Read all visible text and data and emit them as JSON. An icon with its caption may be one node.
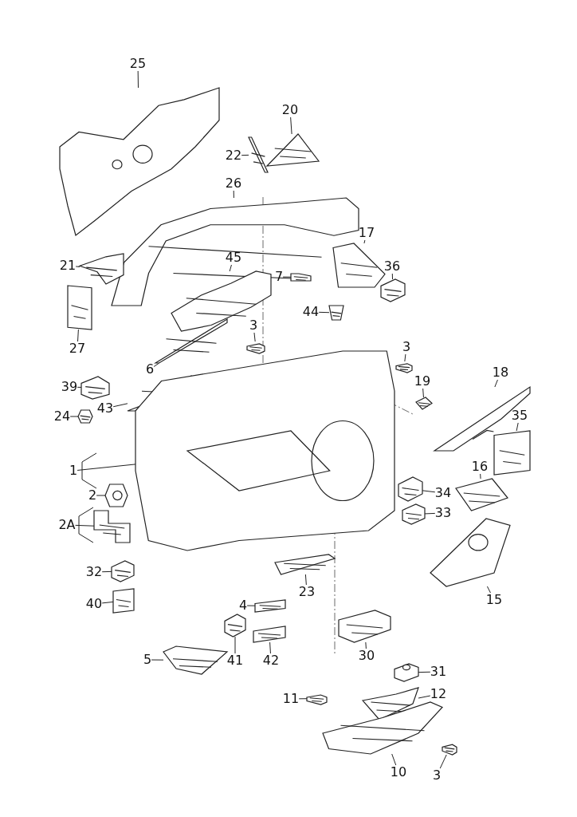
{
  "diagram": {
    "nodes": [
      {
        "text": [
          "25"
        ]
      },
      {
        "text": [
          "20"
        ]
      },
      {
        "text": [
          "22"
        ]
      },
      {
        "text": [
          "26"
        ]
      },
      {
        "text": [
          "21"
        ]
      },
      {
        "text": [
          "27"
        ]
      },
      {
        "text": [
          "45"
        ]
      },
      {
        "text": [
          "17"
        ]
      },
      {
        "text": [
          "7"
        ]
      },
      {
        "text": [
          "36"
        ]
      },
      {
        "text": [
          "44"
        ]
      },
      {
        "text": [
          "3"
        ]
      },
      {
        "text": [
          "3"
        ]
      },
      {
        "text": [
          "6"
        ]
      },
      {
        "text": [
          "43"
        ]
      },
      {
        "text": [
          "39"
        ]
      },
      {
        "text": [
          "19"
        ]
      },
      {
        "text": [
          "18"
        ]
      },
      {
        "text": [
          "35"
        ]
      },
      {
        "text": [
          "24"
        ]
      },
      {
        "text": [
          "1"
        ]
      },
      {
        "text": [
          "2"
        ]
      },
      {
        "text": [
          "2A"
        ]
      },
      {
        "text": [
          "16"
        ]
      },
      {
        "text": [
          "34"
        ]
      },
      {
        "text": [
          "33"
        ]
      },
      {
        "text": [
          "15"
        ]
      },
      {
        "text": [
          "32"
        ]
      },
      {
        "text": [
          "40"
        ]
      },
      {
        "text": [
          "4"
        ]
      },
      {
        "text": [
          "41"
        ]
      },
      {
        "text": [
          "42"
        ]
      },
      {
        "text": [
          "23"
        ]
      },
      {
        "text": [
          "31"
        ]
      },
      {
        "text": [
          "12"
        ]
      },
      {
        "text": [
          "30"
        ]
      },
      {
        "text": [
          "5"
        ]
      },
      {
        "text": [
          "11"
        ]
      },
      {
        "text": [
          "10"
        ]
      },
      {
        "text": [
          "3"
        ]
      },
      {
        "text": [],
        "shape": "picture"
      },
      {
        "text": [],
        "shape": "picture"
      },
      {
        "text": [],
        "shape": "picture"
      },
      {
        "text": [],
        "shape": "picture"
      },
      {
        "text": [],
        "shape": "picture"
      },
      {
        "text": [],
        "shape": "picture"
      },
      {
        "text": [],
        "shape": "picture"
      },
      {
        "text": [],
        "shape": "picture"
      },
      {
        "text": [],
        "shape": "picture"
      },
      {
        "text": [],
        "shape": "picture"
      },
      {
        "text": [],
        "shape": "picture"
      },
      {
        "text": [],
        "shape": "picture"
      },
      {
        "text": [],
        "shape": "picture"
      },
      {
        "text": [],
        "shape": "picture"
      },
      {
        "text": [],
        "shape": "picture"
      },
      {
        "text": [],
        "shape": "picture"
      },
      {
        "text": [],
        "shape": "picture"
      },
      {
        "text": [],
        "shape": "picture"
      },
      {
        "text": [],
        "shape": "picture"
      },
      {
        "text": [],
        "shape": "picture"
      },
      {
        "text": [],
        "shape": "picture"
      },
      {
        "text": [],
        "shape": "picture"
      },
      {
        "text": [],
        "shape": "picture"
      },
      {
        "text": [],
        "shape": "picture"
      },
      {
        "text": [],
        "shape": "picture"
      },
      {
        "text": [],
        "shape": "picture"
      },
      {
        "text": [],
        "shape": "picture"
      },
      {
        "text": [],
        "shape": "picture"
      },
      {
        "text": [],
        "shape": "picture"
      },
      {
        "text": [],
        "shape": "picture"
      },
      {
        "text": [],
        "shape": "picture"
      },
      {
        "text": [],
        "shape": "picture"
      },
      {
        "text": [],
        "shape": "picture"
      },
      {
        "text": [],
        "shape": "picture"
      },
      {
        "text": [],
        "shape": "picture"
      },
      {
        "text": [],
        "shape": "picture"
      },
      {
        "text": [],
        "shape": "picture"
      },
      {
        "text": [],
        "shape": "picture"
      },
      {
        "text": [],
        "shape": "picture"
      },
      {
        "text": [],
        "shape": "picture"
      }
    ],
    "edges": [
      {
        "from": 0,
        "to": 40,
        "arrow": "none"
      },
      {
        "from": 1,
        "to": 41,
        "arrow": "none"
      },
      {
        "from": 2,
        "to": 42,
        "arrow": "none"
      },
      {
        "from": 3,
        "to": 43,
        "arrow": "none"
      },
      {
        "from": 4,
        "to": 44,
        "arrow": "none"
      },
      {
        "from": 5,
        "to": 45,
        "arrow": "none"
      },
      {
        "from": 6,
        "to": 46,
        "arrow": "none"
      },
      {
        "from": 7,
        "to": 47,
        "arrow": "none"
      },
      {
        "from": 8,
        "to": 48,
        "arrow": "none"
      },
      {
        "from": 9,
        "to": 49,
        "arrow": "none"
      },
      {
        "from": 10,
        "to": 50,
        "arrow": "none"
      },
      {
        "from": 11,
        "to": 51,
        "arrow": "none"
      },
      {
        "from": 12,
        "to": 52,
        "arrow": "none"
      },
      {
        "from": 13,
        "to": 53,
        "arrow": "none"
      },
      {
        "from": 14,
        "to": 54,
        "arrow": "none"
      },
      {
        "from": 15,
        "to": 55,
        "arrow": "none"
      },
      {
        "from": 16,
        "to": 56,
        "arrow": "none"
      },
      {
        "from": 17,
        "to": 57,
        "arrow": "none"
      },
      {
        "from": 18,
        "to": 58,
        "arrow": "none"
      },
      {
        "from": 19,
        "to": 59,
        "arrow": "none"
      },
      {
        "from": 20,
        "to": 60,
        "arrow": "none"
      },
      {
        "from": 21,
        "to": 61,
        "arrow": "none"
      },
      {
        "from": 22,
        "to": 62,
        "arrow": "none"
      },
      {
        "from": 23,
        "to": 63,
        "arrow": "none"
      },
      {
        "from": 24,
        "to": 64,
        "arrow": "none"
      },
      {
        "from": 25,
        "to": 65,
        "arrow": "none"
      },
      {
        "from": 26,
        "to": 66,
        "arrow": "none"
      },
      {
        "from": 27,
        "to": 67,
        "arrow": "none"
      },
      {
        "from": 28,
        "to": 68,
        "arrow": "none"
      },
      {
        "from": 29,
        "to": 69,
        "arrow": "none"
      },
      {
        "from": 30,
        "to": 70,
        "arrow": "none"
      },
      {
        "from": 31,
        "to": 71,
        "arrow": "none"
      },
      {
        "from": 32,
        "to": 72,
        "arrow": "none"
      },
      {
        "from": 33,
        "to": 73,
        "arrow": "none"
      },
      {
        "from": 34,
        "to": 74,
        "arrow": "none"
      },
      {
        "from": 35,
        "to": 75,
        "arrow": "none"
      },
      {
        "from": 36,
        "to": 76,
        "arrow": "none"
      },
      {
        "from": 37,
        "to": 77,
        "arrow": "none"
      },
      {
        "from": 38,
        "to": 78,
        "arrow": "none"
      },
      {
        "from": 39,
        "to": 79,
        "arrow": "none"
      }
    ]
  }
}
